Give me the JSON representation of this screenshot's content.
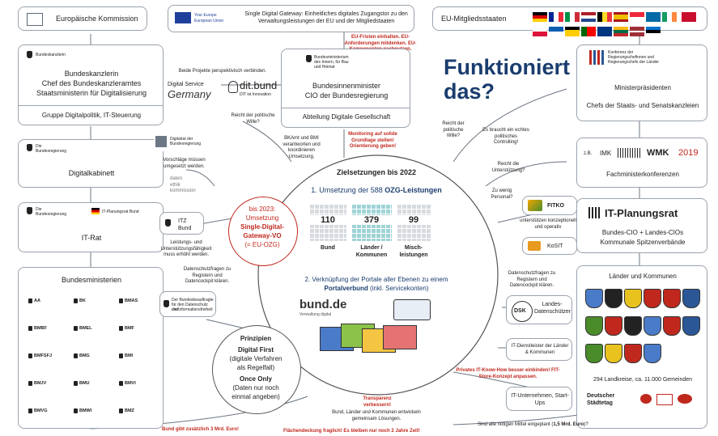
{
  "top": {
    "eu_commission": "Europäische Kommission",
    "eu_logo_line1": "Your Europe",
    "eu_logo_line2": "European Union",
    "sdg_text": "Single Digital Gateway: Einheitliches digitales Zugangstor zu den Verwaltungsleistungen der EU und der Mitgliedstaaten",
    "eu_states": "EU-Mitgliedsstaaten"
  },
  "eu_fristen": "EU-Fristen einhalten. EU-Anforderungen mitdenken. EU-Komponenten nachnutzen.",
  "bundeskanzlerin": {
    "logo": "Bundeskanzlerin",
    "line1": "Bundeskanzlerin",
    "line2": "Chef des Bundeskanzleramtes",
    "line3": "Staatsministerin für Digitalisierung",
    "footer": "Gruppe Digitalpolitik, IT-Steuerung"
  },
  "beide_projekte": "Beide Projekte perspektivisch verbinden.",
  "digital_service": {
    "line1": "Digital Service",
    "line2": "Germany"
  },
  "ditbund": {
    "name": "dit.bund",
    "sub": "DIT ist Innovation"
  },
  "bmi": {
    "logo_line1": "Bundesministerium",
    "logo_line2": "des Innern, für Bau",
    "logo_line3": "und Heimat",
    "line1": "Bundesinnenminister",
    "line2": "CIO der Bundesregierung",
    "footer": "Abteilung Digitale Gesellschaft"
  },
  "title": {
    "line1": "Funktioniert",
    "line2": "das?"
  },
  "mp": {
    "logo": "Konferenz der Regierungschefinnen und Regierungschefs der Länder",
    "line1": "Ministerpräsidenten",
    "line2": "Chefs der Staats- und Senatskanzleien"
  },
  "digitalkabinett": {
    "logo_line1": "Die",
    "logo_line2": "Bundesregierung",
    "label": "Digitalkabinett"
  },
  "digitalrat": {
    "line1": "Digitalrat der",
    "line2": "Bundesregierung"
  },
  "vorschlaege": "Vorschläge müssen umgesetzt werden.",
  "datenethik": {
    "line1": "daten",
    "line2": "ethik",
    "line3": "kommission"
  },
  "politischer_wille": "Reicht der politische Wille?",
  "bkamt": "BKAmt und BMI verantworten und koordinieren Umsetzung.",
  "monitoring": "Monitoring auf solide Grundlage stellen! Orientierung geben!",
  "politischer_wille2": "Reicht der politische Wille?",
  "controlling": "Es braucht ein echtes politisches Controlling!",
  "unterstuetzung": "Reicht die Unterstützung?",
  "fmk": {
    "prefix": "z.B.",
    "imk": "IMK",
    "wmk": "WMK",
    "year": "2019",
    "label": "Fachministerkonferenzen"
  },
  "itrat": {
    "logo_line1": "Die",
    "logo_line2": "Bundesregierung",
    "logo2": "IT-Planungsrat Bund",
    "label": "IT-Rat"
  },
  "itzbund": {
    "line1": "ITZ",
    "line2": "Bund"
  },
  "leistungs": "Leistungs- und Unterstützungsfähigkeit muss erhöht werden.",
  "bis2023": {
    "line1": "bis 2023:",
    "line2": "Umsetzung",
    "line3": "Single-Digital-",
    "line4": "Gateway-VO",
    "line5": "(= EU-OZG)"
  },
  "ziel": {
    "title": "Zielsetzungen bis 2022",
    "item1_prefix": "1. Umsetzung der 588 ",
    "item1_bold": "OZG-Leistungen",
    "counts": [
      {
        "value": "110",
        "label": "Bund"
      },
      {
        "value": "379",
        "label": "Länder / Kommunen"
      },
      {
        "value": "99",
        "label": "Misch- leistungen"
      }
    ],
    "item2_line1": "2. Verknüpfung der Portale aller Ebenen zu einem",
    "item2_bold": "Portalverbund",
    "item2_rest": " (inkl. Servicekonten)",
    "bundde": "bund.de",
    "bundde_sub": "Verwaltung digital"
  },
  "zu_wenig": "Zu wenig Personal?",
  "fitko": {
    "name": "FITKO",
    "sub": "FITKO"
  },
  "fitko_text": "unterstützen konzeptionell und operativ",
  "kosit": "KoSIT",
  "itpr": {
    "name": "IT-Planungsrat",
    "line1": "Bundes-CIO + Landes-CIOs",
    "line2": "Kommunale Spitzenverbände"
  },
  "bundesministerien": {
    "title": "Bundesministerien",
    "items": [
      "AA",
      "BK",
      "BMAS",
      "BMBF",
      "BMEL",
      "BMF",
      "BMFSFJ",
      "BMG",
      "BMI",
      "BMJV",
      "BMU",
      "BMVI",
      "BMVG",
      "BMWI",
      "BMZ"
    ]
  },
  "datenschutz_left": "Datenschutzfragen zu Registern und Datencockpit klären.",
  "bfdi": {
    "line1": "Der Bundesbeauftragte",
    "line2": "für den Datenschutz und",
    "line3": "die Informationsfreiheit"
  },
  "datenschutz_right": "Datenschutzfragen zu Registern und Datencockpit klären.",
  "dsk": {
    "name": "DSK",
    "label": "Landes-Datenschützer"
  },
  "dienstleister": "IT-Dienstleister der Länder & Kommunen",
  "privates": "Privates IT-Know-How besser einbinden! FIT-Store-Konzept anpassen.",
  "it_unternehmen": "IT-Unternehmen, Start-Ups",
  "laender": {
    "title": "Länder und Kommunen",
    "footer": "294 Landkreise, ca. 11.000 Gemeinden"
  },
  "staedtetag": {
    "line1": "Deutscher",
    "line2": "Städtetag"
  },
  "prinzipien": {
    "title": "Prinzipien",
    "df": "Digital First",
    "df_sub1": "(digitale Verfahren",
    "df_sub2": "als Regelfall)",
    "oo": "Once Only",
    "oo_sub1": "(Daten nur noch",
    "oo_sub2": "einmal angeben)"
  },
  "transparenz": "Transparenz verbessern!",
  "gemeinsam": "Bund, Länder und Kommunen entwickeln gemeinsam Lösungen.",
  "bund_gibt": "Bund gibt zusätzlich 3 Mrd. Euro!",
  "flaechendeckung": "Flächendeckung fraglich! Es bleiben nur noch 2 Jahre Zeit!",
  "mittel_prefix": "Sind alle nötigen Mittel eingeplant (",
  "mittel_bold": "1,5 Mrd. Euro",
  "mittel_suffix": ")?",
  "colors": {
    "red": "#c0281e",
    "title_blue": "#1a3d6e",
    "circle_line": "#555555"
  }
}
